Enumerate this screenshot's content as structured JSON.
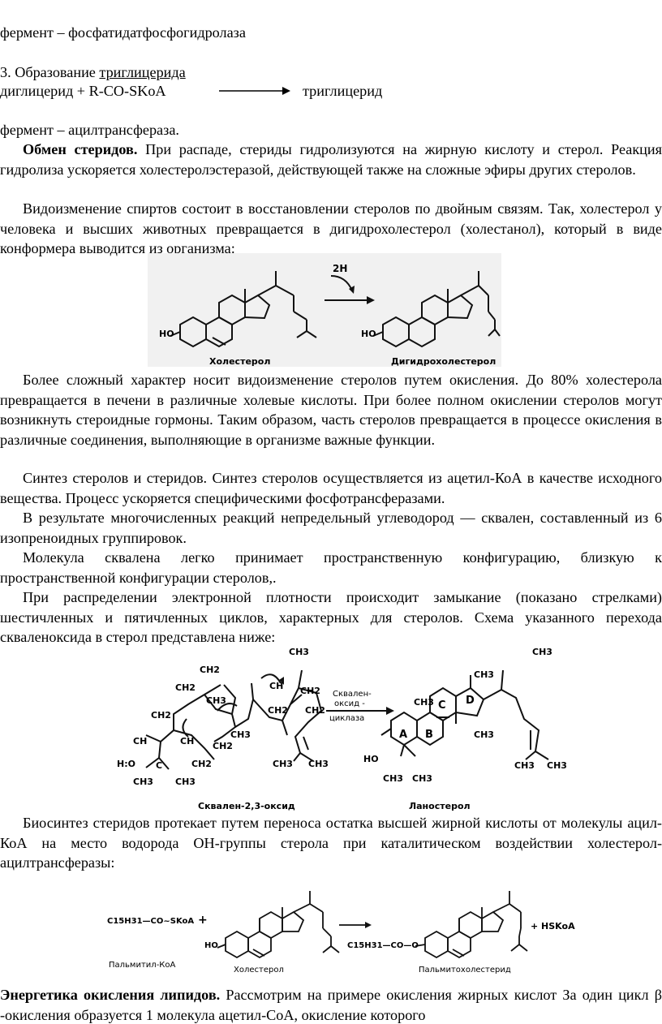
{
  "lines": {
    "l1": "фермент – фосфатидатфосфогидролаза",
    "l2_prefix": "3. Образование ",
    "l2_ul": "триглицерида",
    "l3_left": "диглицерид + R-CO-SKoA",
    "l3_right": "триглицерид",
    "l4": "фермент – ацилтрансфераза."
  },
  "p1": {
    "bold": "Обмен стеридов.",
    "text": " При распаде, стериды   гидролизуются на жирную кислоту и стерол. Реакция гидролиза ускоряется холестеролэстеразой, действующей также на сложные эфиры других стеролов."
  },
  "p2": "Видоизменение спиртов состоит в восстановлении стеролов по двойным связям. Так, холестерол у человека и высших животных превращается в дигидрохолестерол (холестанол), который в виде конформера выводится из организма:",
  "fig1": {
    "reagent": "2H",
    "left_label": "Холестерол",
    "right_label": "Дигидрохолестерол",
    "ho_left": "HO",
    "ho_right": "HO"
  },
  "p3": "Более сложный характер носит видоизменение стеролов путем окисления. До 80% холестерола превращается в печени в различные холевые кислоты. При более полном окислении стеролов могут возникнуть стероидные гормоны. Таким образом, часть стеролов превращается в процессе окисления в различные соединения, выполняющие в организме важные функции.",
  "p4": "Синтез стеролов и стеридов. Синтез стеролов осуществляется из ацетил-КоА в качестве исходного вещества. Процесс ускоряется специфическими фосфотрансферазами.",
  "p5": "В результате многочисленных реакций непредельный углеводород — сквален, соста­вленный из 6 изопреноидных группировок.",
  "p6": "Молекула сквалена легко принимает пространственную конфигурацию, близкую к пространственной конфигурации стеролов,.",
  "p7": "При распределении электронной плотности происходит замыкание (показано стрелками) шестичленных и пятичленных циклов, характерных для стеролов. Схема указанного перехода скваленоксида в стерол представлена ниже:",
  "fig2": {
    "enzyme_l1": "Сквален-",
    "enzyme_l2": "оксид -",
    "enzyme_l3": "циклаза",
    "left_label": "Сквален-2,3-оксид",
    "right_label": "Ланостерол",
    "ring_a": "A",
    "ring_b": "B",
    "ring_c": "C",
    "ring_d": "D",
    "ch3": "CH3",
    "ch2": "CH2",
    "ch": "CH",
    "c": "C",
    "ho": "HO",
    "h": "H",
    "hc": "H:O"
  },
  "p8": "Биосинтез стеридов протекает путем переноса остатка высшей жирной кислоты от молекулы ацил-КоА на место водорода ОН-группы стерола при каталитическом воздействии холестерол-ацилтрансферазы:",
  "fig3": {
    "reactant1": "C15H31—CO~SKoA",
    "plus1": "+",
    "plus2": "+ HSKoA",
    "ester": "C15H31—CO—O",
    "ho": "HO",
    "label1": "Пальмитил-КоА",
    "label2": "Холестерол",
    "label3": "Пальмитохолестерид"
  },
  "p9": {
    "bold": "Энергетика окисления липидов.",
    "text": " Рассмотрим на примере окисления жирных кислот За один цикл β -окисления образуется 1 молекула ацетил-СоА, окисление которого"
  }
}
